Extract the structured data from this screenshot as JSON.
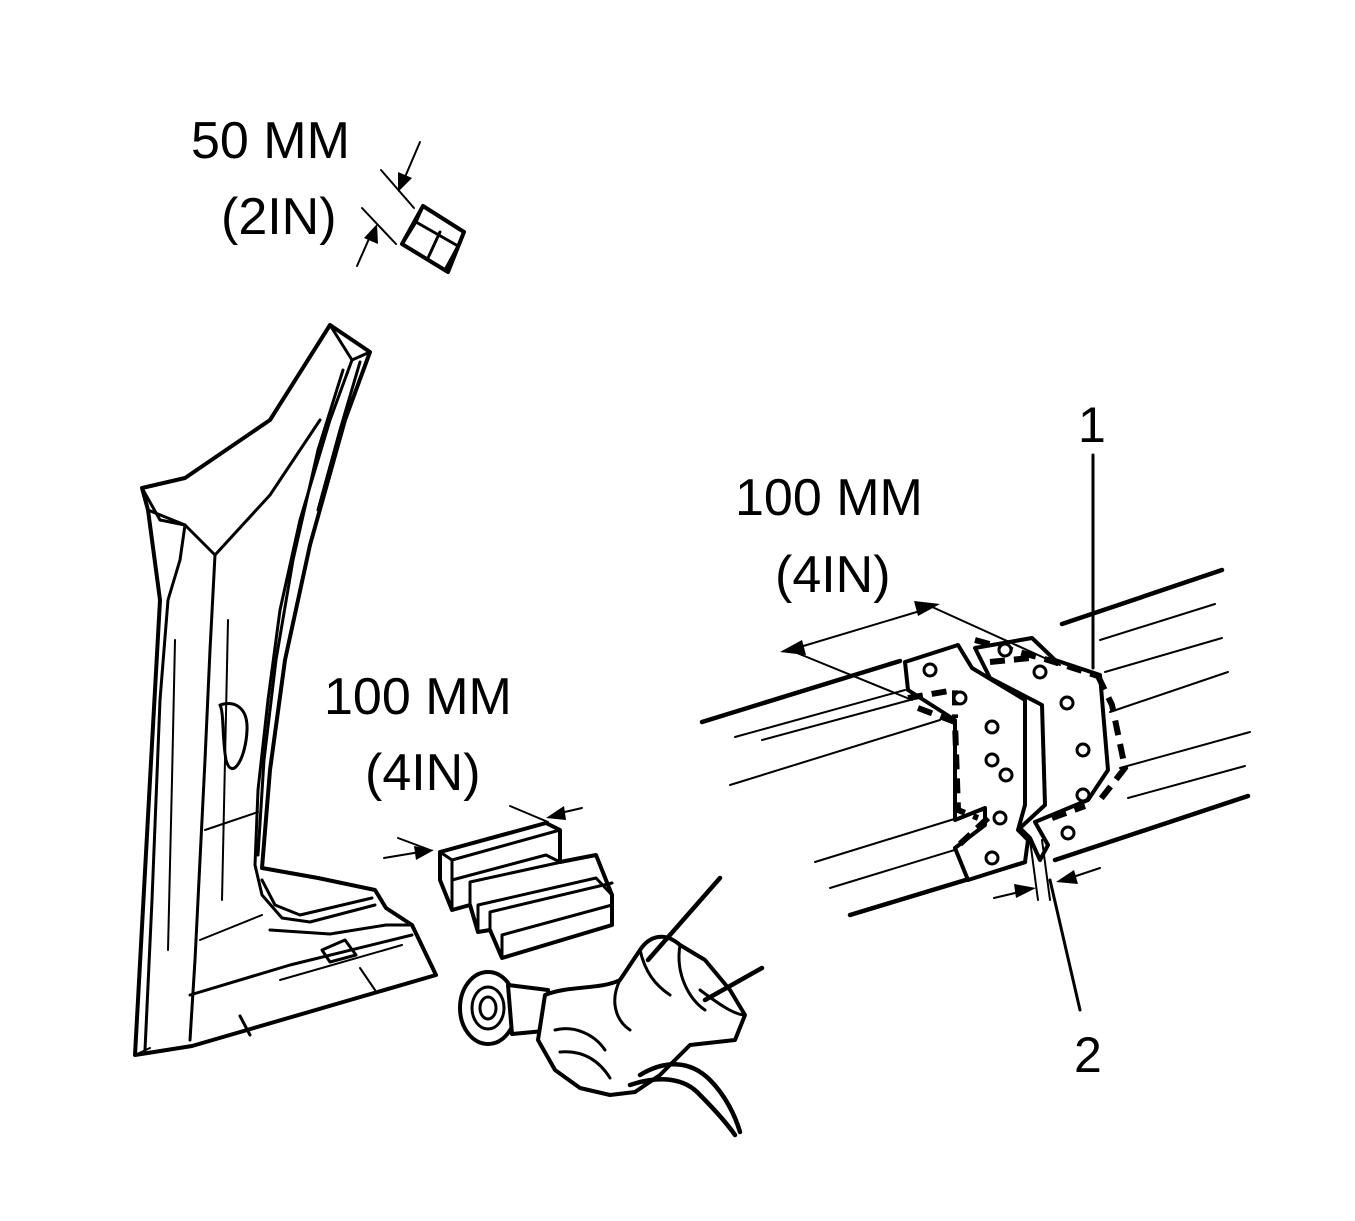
{
  "labels": {
    "small_piece_mm": "50 MM",
    "small_piece_in": "(2IN)",
    "stepped_piece_mm": "100 MM",
    "stepped_piece_in": "(4IN)",
    "section_mm": "100 MM",
    "section_in": "(4IN)",
    "callout_1": "1",
    "callout_2": "2"
  }
}
